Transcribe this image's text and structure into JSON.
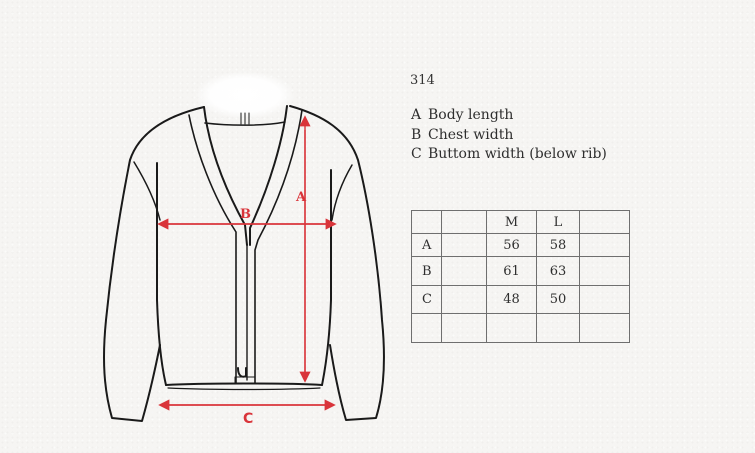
{
  "article_number": "314",
  "legend": [
    {
      "key": "A",
      "label": "Body length"
    },
    {
      "key": "B",
      "label": "Chest width"
    },
    {
      "key": "C",
      "label": "Buttom width (below rib)"
    }
  ],
  "measurement_labels": {
    "a": "A",
    "b": "B",
    "c": "C"
  },
  "colors": {
    "measurement_red": "#d9343a",
    "outline": "#1a1a1a",
    "table_border": "#6f6f6f",
    "background": "#f6f5f3"
  },
  "size_table": {
    "header": [
      "",
      "",
      "M",
      "L",
      ""
    ],
    "rows": [
      {
        "label": "A",
        "blank": "",
        "M": "56",
        "L": "58",
        "extra": ""
      },
      {
        "label": "B",
        "blank": "",
        "M": "61",
        "L": "63",
        "extra": ""
      },
      {
        "label": "C",
        "blank": "",
        "M": "48",
        "L": "50",
        "extra": ""
      },
      {
        "label": "",
        "blank": "",
        "M": "",
        "L": "",
        "extra": ""
      }
    ]
  }
}
